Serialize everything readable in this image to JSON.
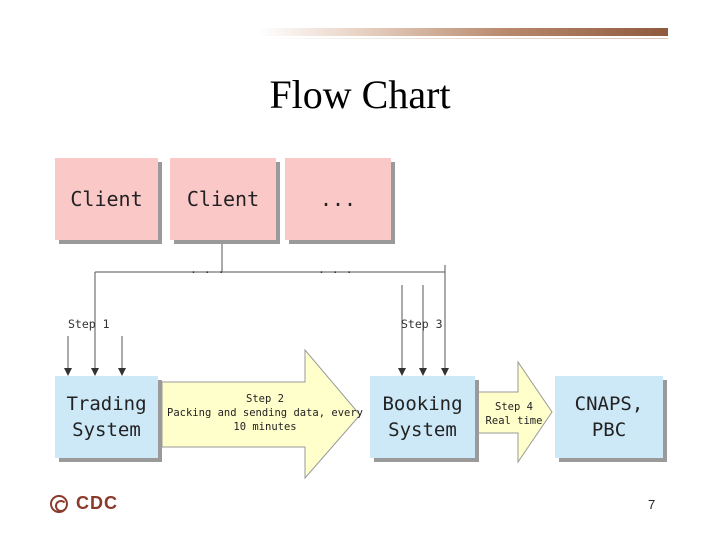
{
  "title": "Flow Chart",
  "clients": [
    "Client",
    "Client",
    "..."
  ],
  "steps": {
    "step1": "Step 1",
    "step3": "Step 3"
  },
  "nodes": {
    "trading": "Trading\nSystem",
    "booking": "Booking\nSystem",
    "cnaps": "CNAPS,\nPBC"
  },
  "arrows": {
    "step2": "Step 2\nPacking and sending data, every\n10 minutes",
    "step4": "Step 4\nReal time"
  },
  "junction_dots": ". . .",
  "footer": {
    "logo": "CDC",
    "page_number": "7"
  },
  "colors": {
    "client_fill": "#fbc8c8",
    "system_fill": "#cde8f7",
    "arrow_fill": "#ffffcc"
  }
}
